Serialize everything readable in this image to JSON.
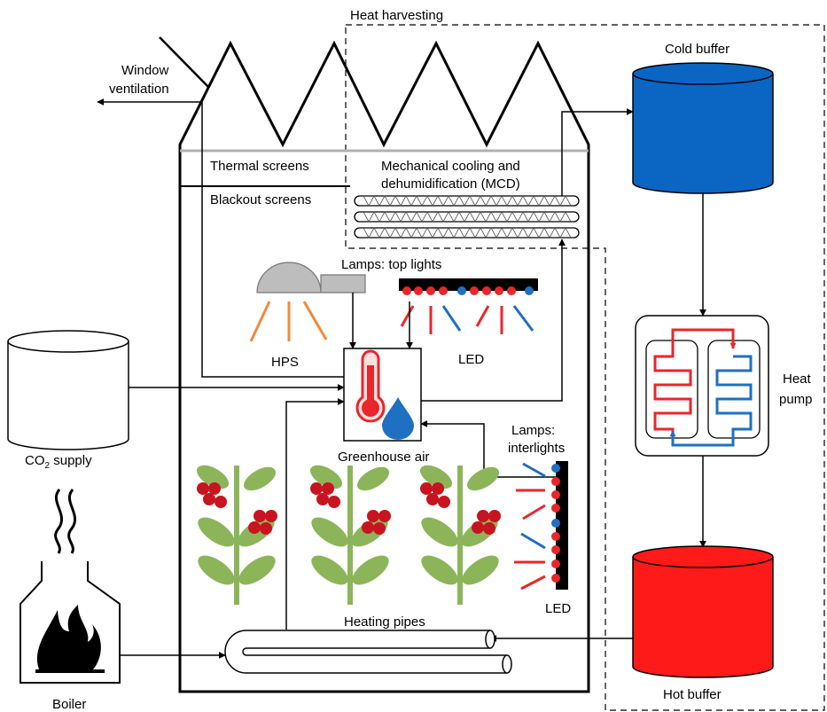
{
  "labels": {
    "heat_harvesting": "Heat harvesting",
    "window_ventilation_1": "Window",
    "window_ventilation_2": "ventilation",
    "cold_buffer": "Cold buffer",
    "thermal_screens": "Thermal screens",
    "blackout_screens": "Blackout screens",
    "mcd_1": "Mechanical cooling and",
    "mcd_2": "dehumidification (MCD)",
    "lamps_top": "Lamps: top lights",
    "hps": "HPS",
    "led_top": "LED",
    "heat_pump_1": "Heat",
    "heat_pump_2": "pump",
    "co2_main": "CO",
    "co2_sub": "2",
    "co2_rest": " supply",
    "greenhouse_air": "Greenhouse air",
    "lamps_inter_1": "Lamps:",
    "lamps_inter_2": "interlights",
    "led_inter": "LED",
    "heating_pipes": "Heating pipes",
    "boiler": "Boiler",
    "hot_buffer": "Hot buffer"
  },
  "colors": {
    "cold": "#0a66c2",
    "hot": "#ff1a1a",
    "led_red": "#e8262b",
    "led_blue": "#1f6fc2",
    "hps_ray": "#ef8a3c",
    "hps_lamp": "#bdbdbd",
    "leaf": "#8cb55a",
    "fruit": "#c8141e",
    "screen_grey": "#b0b0b0"
  }
}
